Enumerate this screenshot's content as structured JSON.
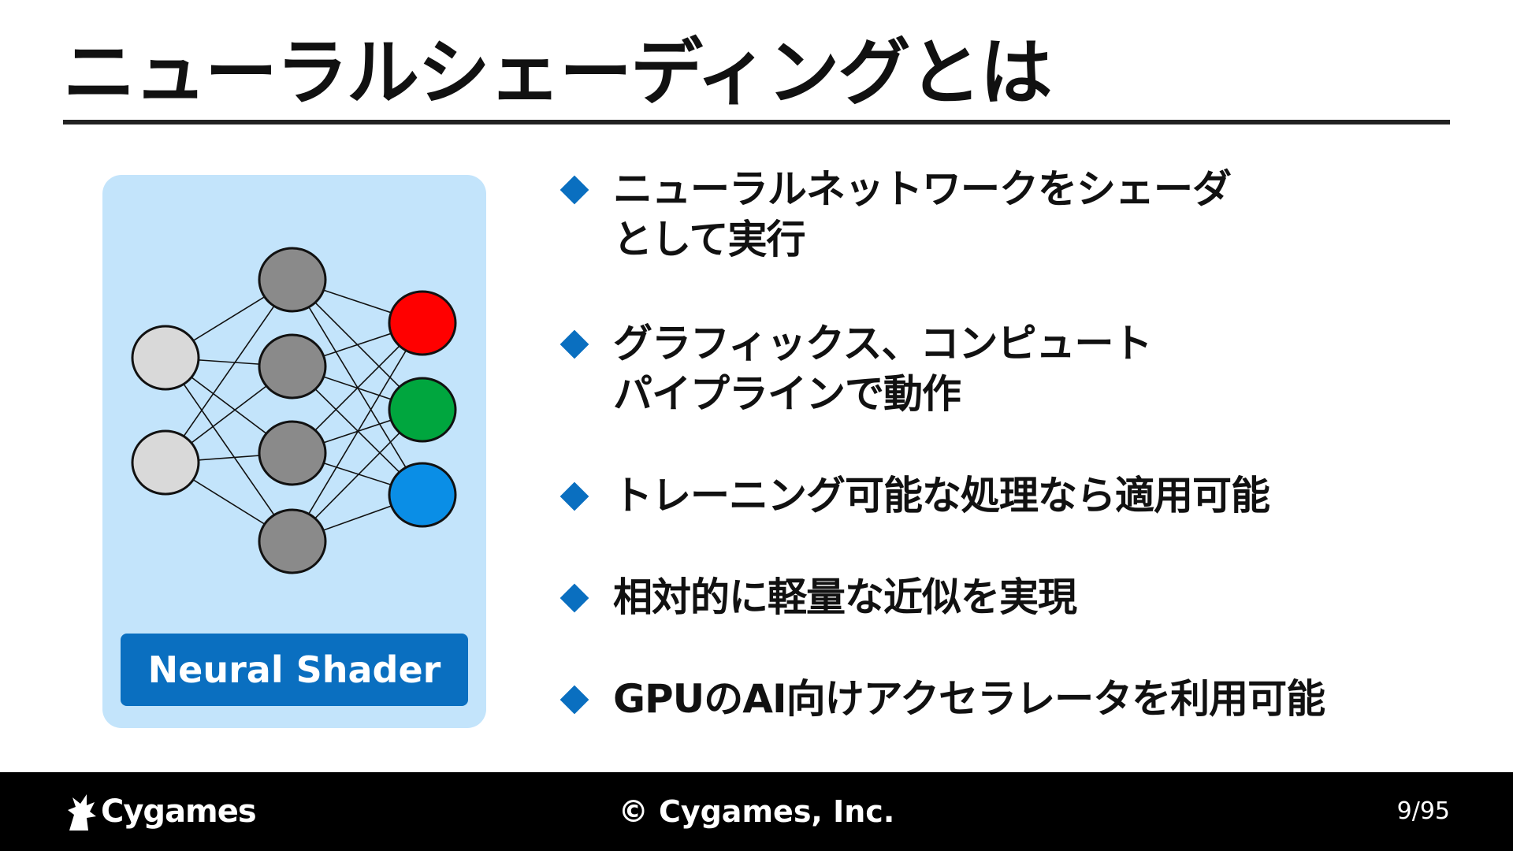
{
  "title": "ニューラルシェーディングとは",
  "diagram": {
    "label": "Neural Shader",
    "colors": {
      "panel": "#c3e4fb",
      "label_bg": "#0a6fc0",
      "input_node": "#d9d9d9",
      "hidden_node": "#8a8a8a",
      "output_nodes": [
        "#ff0000",
        "#00a63e",
        "#0a8ee6"
      ]
    }
  },
  "bullets": [
    {
      "text": "ニューラルネットワークをシェーダ\nとして実行"
    },
    {
      "text": "グラフィックス、コンピュート\nパイプラインで動作"
    },
    {
      "text": "トレーニング可能な処理なら適用可能"
    },
    {
      "text": "相対的に軽量な近似を実現"
    },
    {
      "text": "GPUのAI向けアクセラレータを利用可能"
    }
  ],
  "footer": {
    "brand": "Cygames",
    "copyright": "© Cygames, Inc.",
    "page": "9/95"
  },
  "colors": {
    "accent": "#0a6fc0",
    "footer_bg": "#000000"
  }
}
